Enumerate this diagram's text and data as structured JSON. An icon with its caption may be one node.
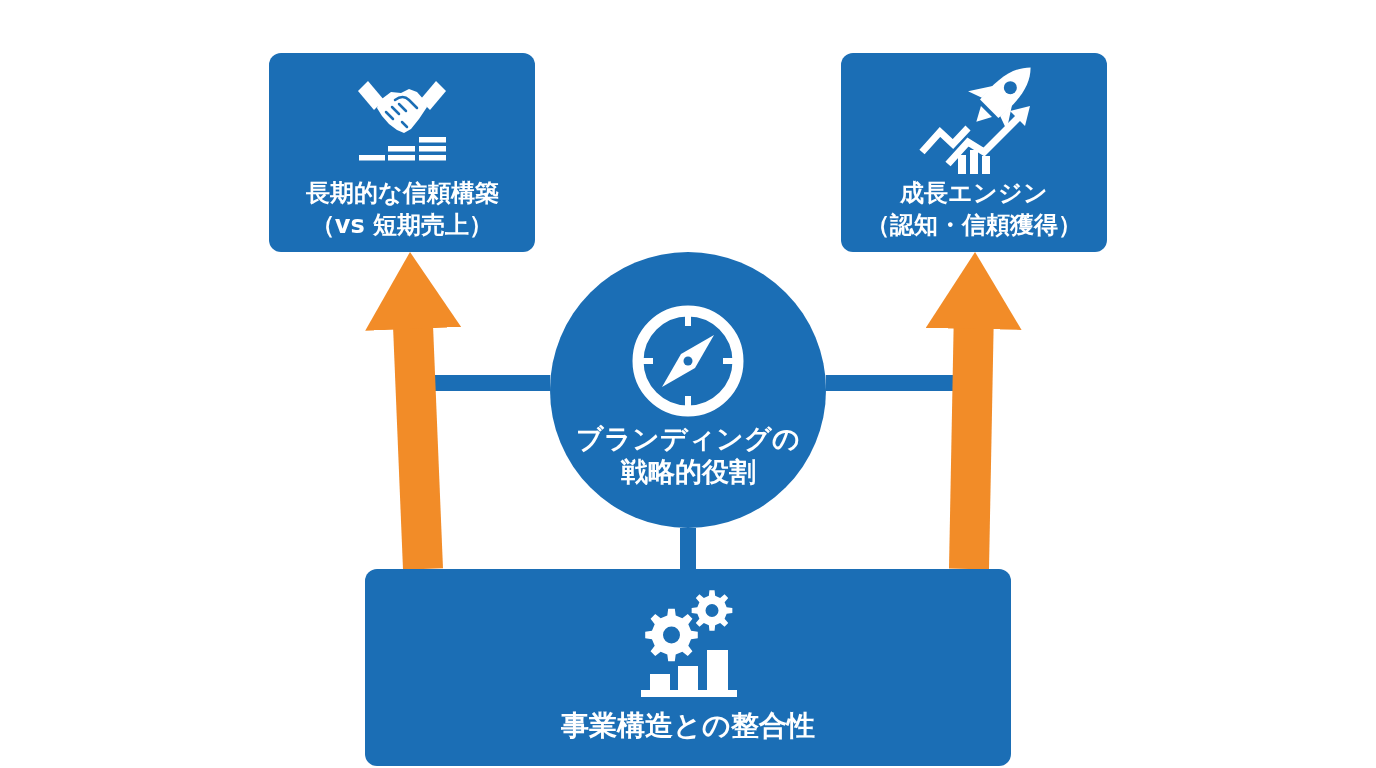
{
  "diagram": {
    "nodes": [
      {
        "text": [
          "長期的な信頼構築",
          "（vs 短期売上）"
        ]
      },
      {
        "text": [
          "成長エンジン",
          "（認知・信頼獲得）"
        ]
      },
      {
        "text": [
          "ブランディングの戦略的役割"
        ]
      },
      {
        "text": [
          "事業構造との整合性"
        ]
      }
    ],
    "edges": [
      {
        "from": 3,
        "to": 0,
        "arrow": "to",
        "style": "thick",
        "color": "#f28c28"
      },
      {
        "from": 3,
        "to": 1,
        "arrow": "to",
        "style": "thick",
        "color": "#f28c28"
      },
      {
        "from": 2,
        "to": null,
        "arrow": "none"
      },
      {
        "from": 2,
        "to": null,
        "arrow": "none"
      },
      {
        "from": 2,
        "to": 3,
        "arrow": "none"
      }
    ]
  }
}
